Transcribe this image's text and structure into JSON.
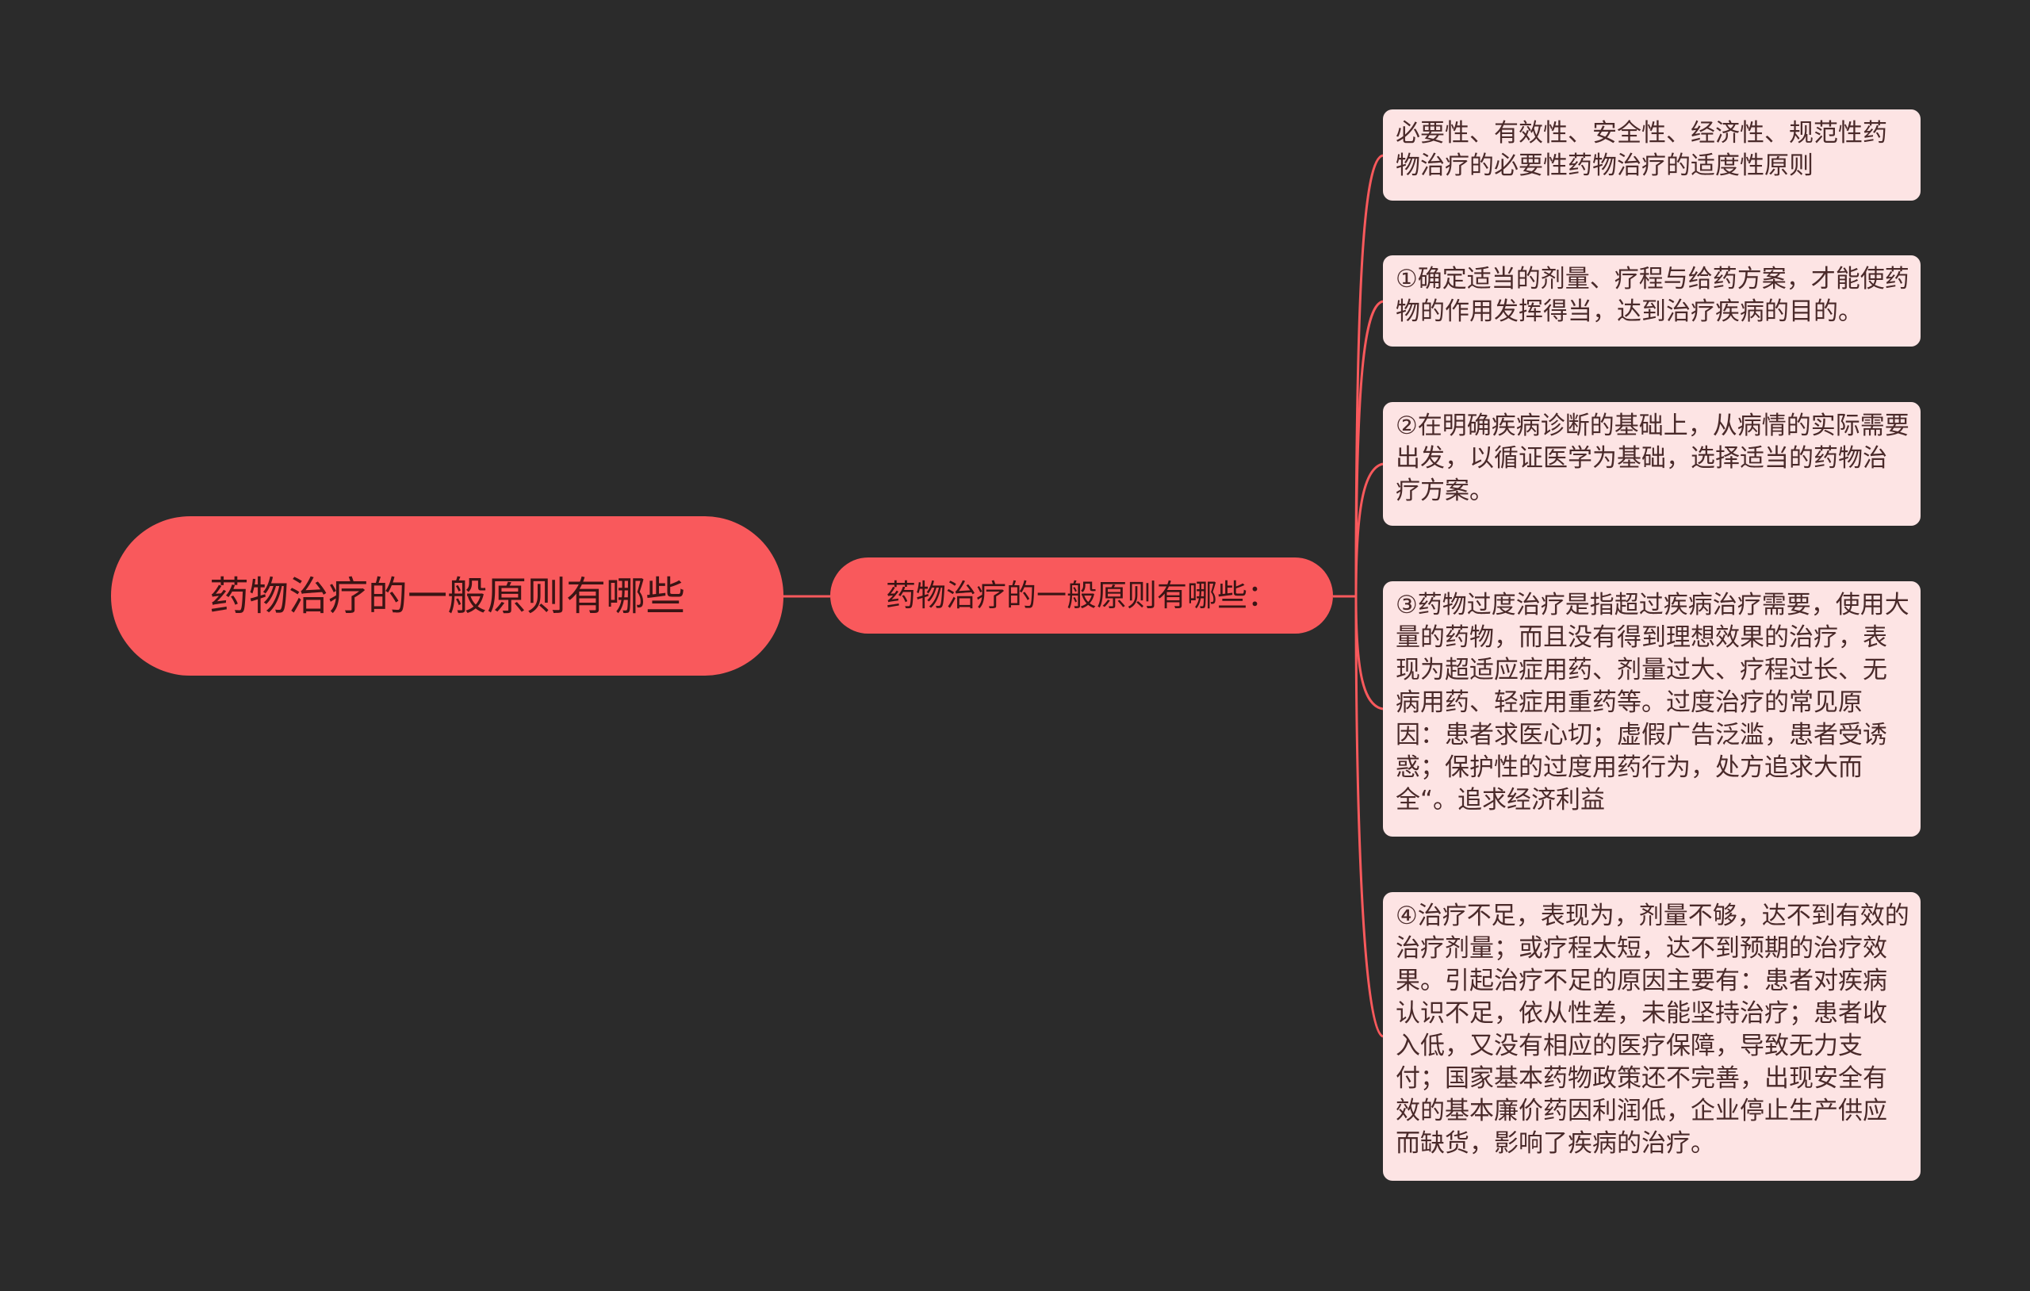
{
  "theme": {
    "background": "#2b2b2b",
    "node_color": "#f9595c",
    "leaf_color": "#fde4e4",
    "link_color": "#f9595c"
  },
  "root": {
    "label": "药物治疗的一般原则有哪些"
  },
  "branch": {
    "label": "药物治疗的一般原则有哪些："
  },
  "leaves": [
    {
      "text": "必要性、有效性、安全性、经济性、规范性药物治疗的必要性药物治疗的适度性原则"
    },
    {
      "text": "①确定适当的剂量、疗程与给药方案，才能使药物的作用发挥得当，达到治疗疾病的目的。"
    },
    {
      "text": "②在明确疾病诊断的基础上，从病情的实际需要出发，以循证医学为基础，选择适当的药物治疗方案。"
    },
    {
      "text": "③药物过度治疗是指超过疾病治疗需要，使用大量的药物，而且没有得到理想效果的治疗，表现为超适应症用药、剂量过大、疗程过长、无病用药、轻症用重药等。过度治疗的常见原因：患者求医心切；虚假广告泛滥，患者受诱惑；保护性的过度用药行为，处方追求大而全“。追求经济利益"
    },
    {
      "text": "④治疗不足，表现为，剂量不够，达不到有效的治疗剂量；或疗程太短，达不到预期的治疗效果。引起治疗不足的原因主要有：患者对疾病认识不足，依从性差，未能坚持治疗；患者收入低，又没有相应的医疗保障，导致无力支付；国家基本药物政策还不完善，出现安全有效的基本廉价药因利润低，企业停止生产供应而缺货，影响了疾病的治疗。"
    }
  ]
}
